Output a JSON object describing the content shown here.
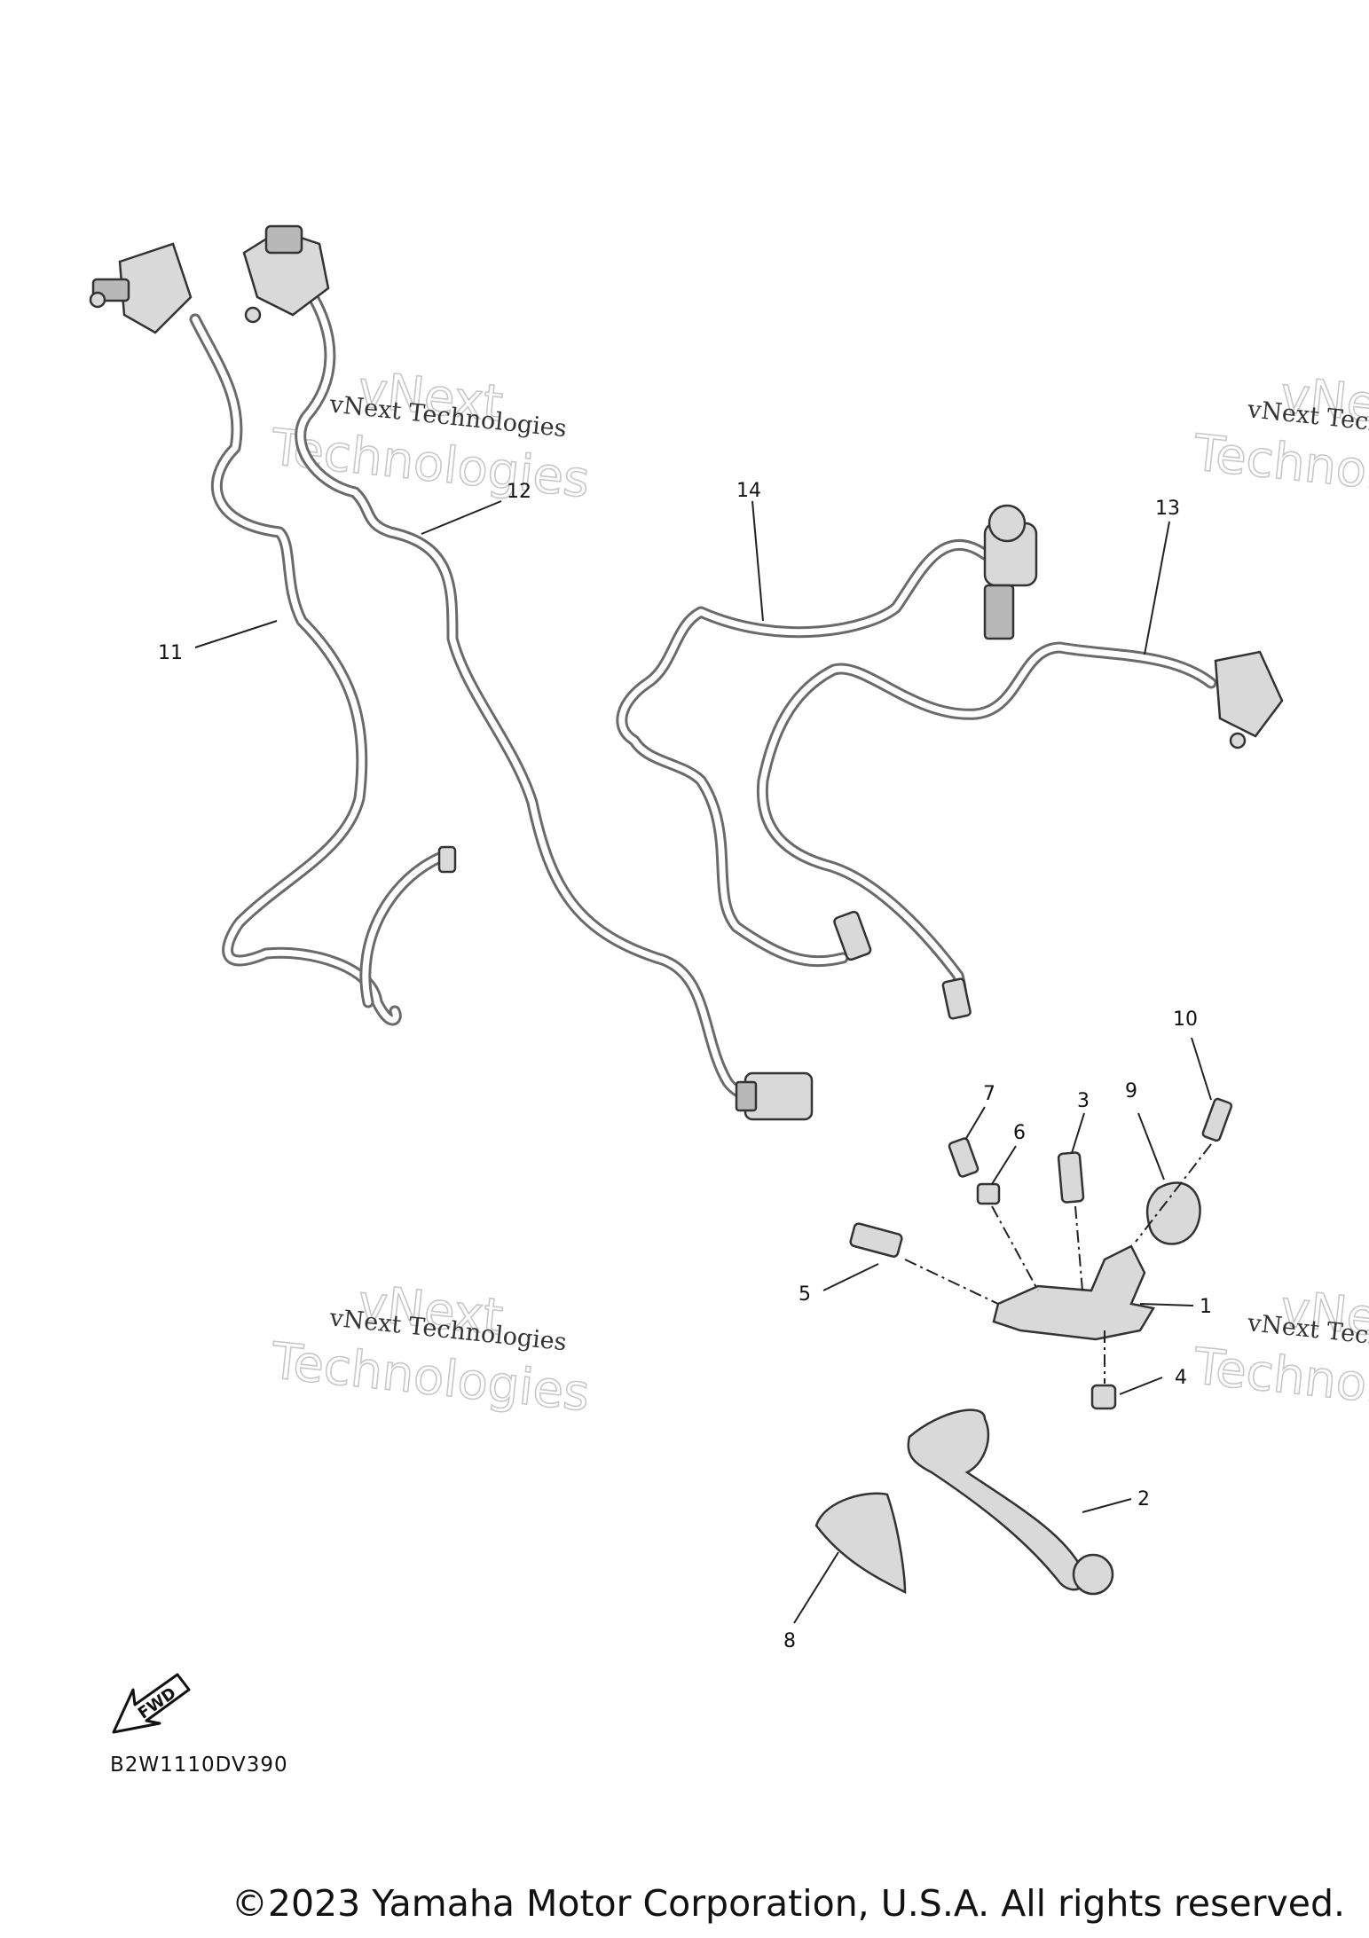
{
  "callouts": [
    "1",
    "2",
    "3",
    "4",
    "5",
    "6",
    "7",
    "8",
    "9",
    "10",
    "11",
    "12",
    "13",
    "14"
  ],
  "watermark": {
    "line": "vNext Technologies",
    "big_top": "vNext",
    "big_bottom": "Technologies"
  },
  "fwd_label": "FWD",
  "diagram_code": "B2W1110DV390",
  "copyright": "©2023 Yamaha Motor Corporation, U.S.A. All rights reserved."
}
